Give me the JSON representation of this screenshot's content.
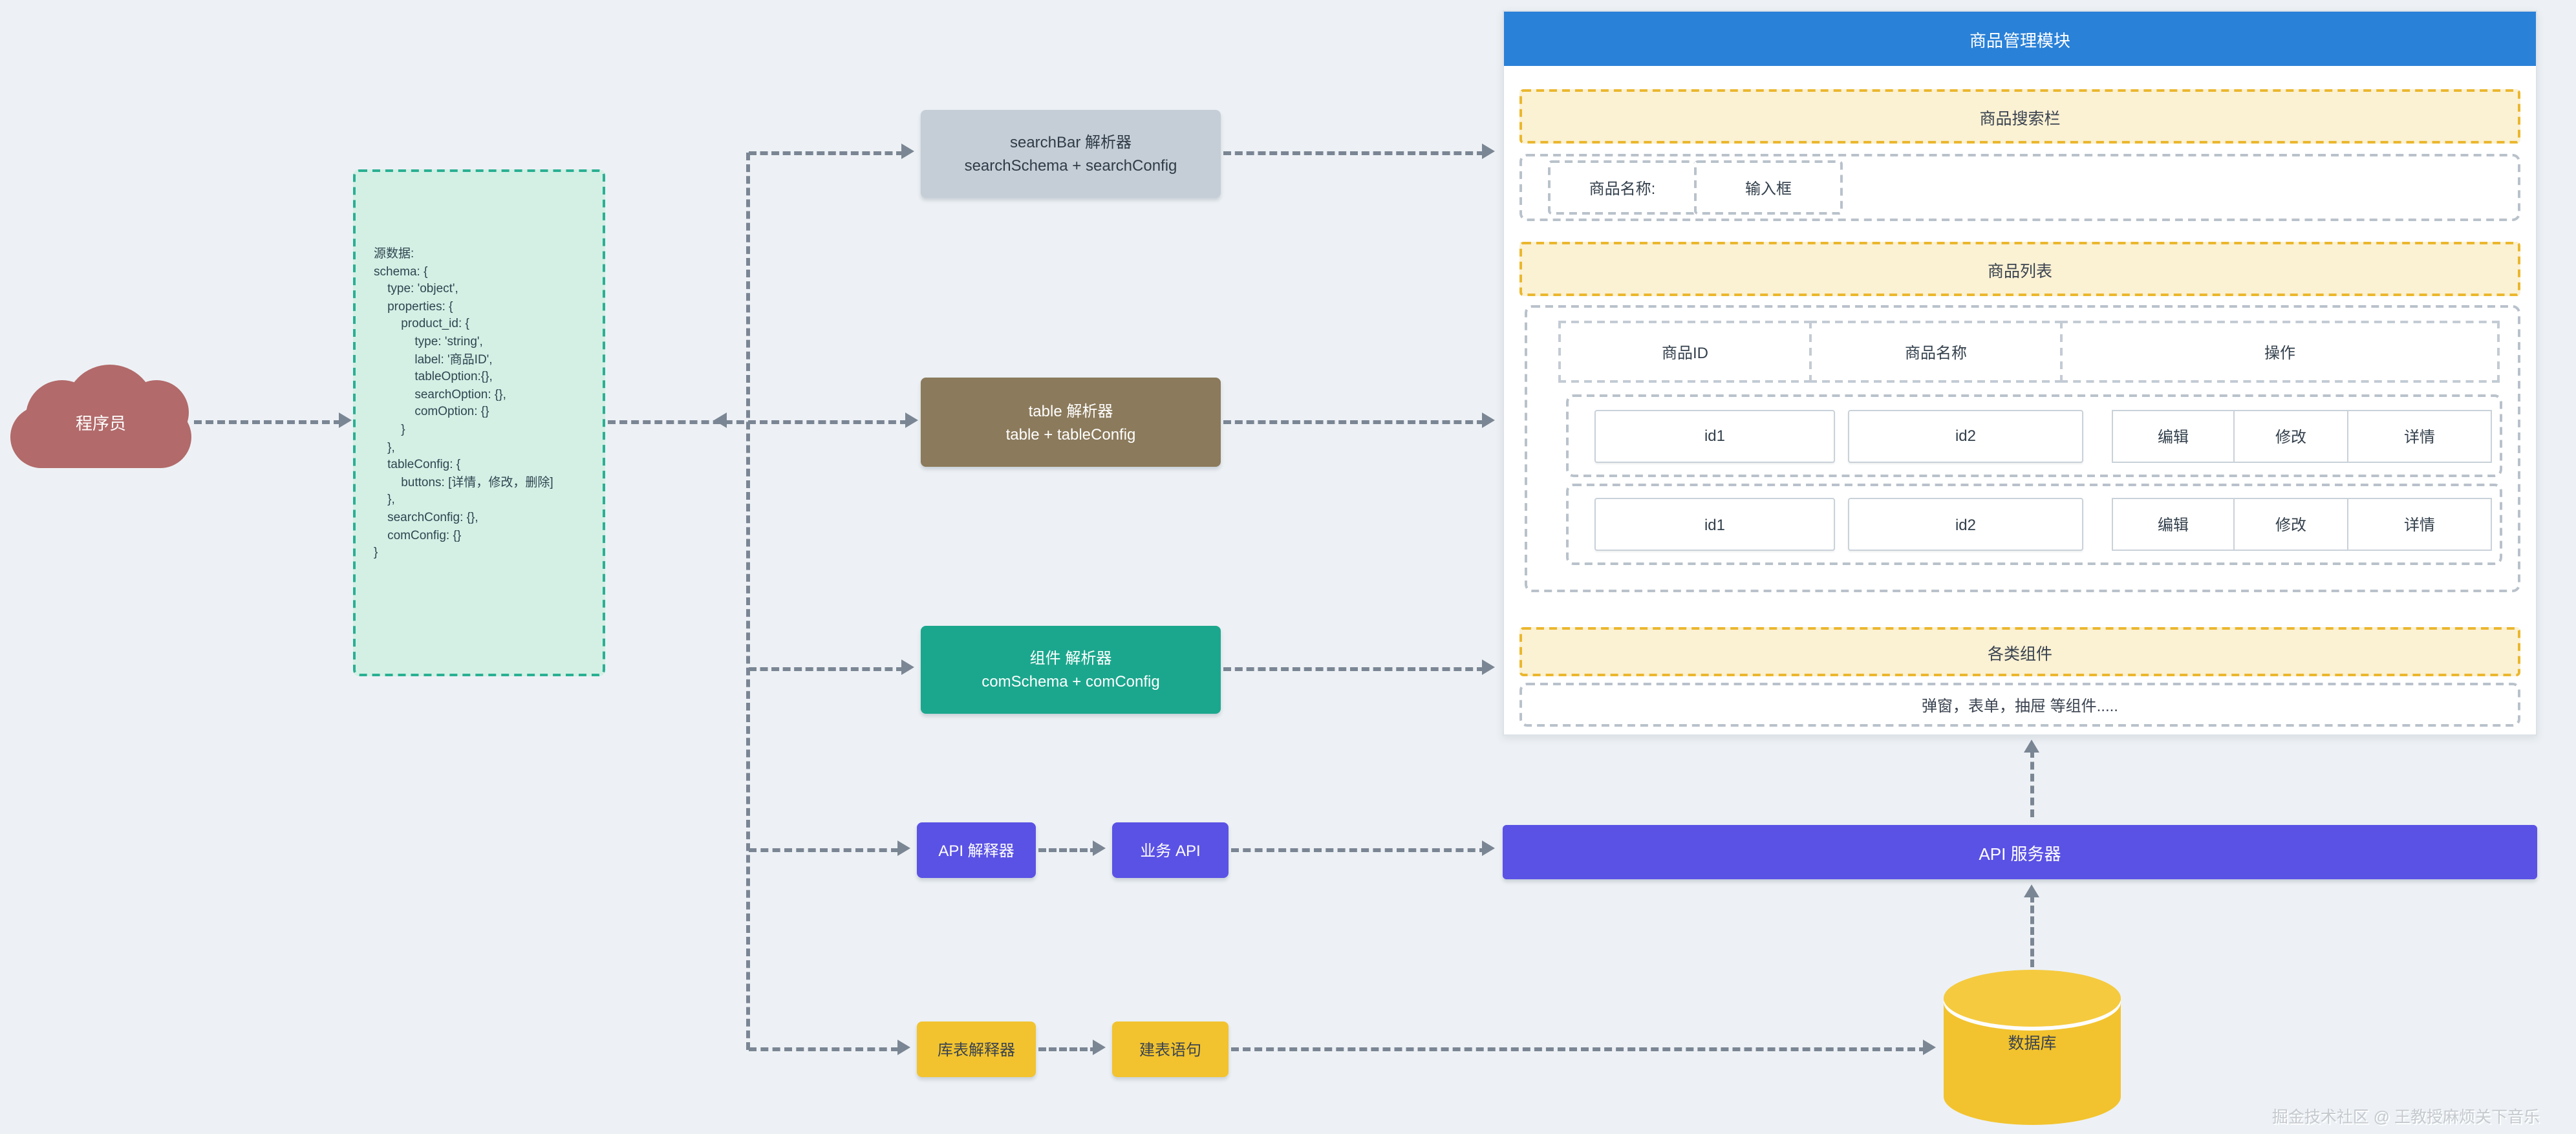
{
  "colors": {
    "background": "#edf1f5",
    "cloud": "#b26a6a",
    "source_box_bg": "#d4f0e5",
    "source_box_border": "#2ab092",
    "parser_gray": "#c5ced6",
    "parser_brown": "#8b7a5b",
    "parser_teal": "#1ba78d",
    "purple": "#5a52e5",
    "yellow": "#f2c32e",
    "panel_header_blue": "#2a81d8",
    "banner_bg": "#fbf1d3",
    "banner_border": "#eab72e",
    "arrow": "#7b8694"
  },
  "cloud": {
    "label": "程序员"
  },
  "source_box": {
    "lines": [
      "源数据:",
      "",
      "schema: {",
      "    type: 'object',",
      "    properties: {",
      "        product_id: {",
      "            type: 'string',",
      "            label: '商品ID',",
      "            tableOption:{},",
      "            searchOption: {},",
      "            comOption: {}",
      "        }",
      "    },",
      "    tableConfig: {",
      "        buttons: [详情，修改，删除]",
      "    },",
      "    searchConfig: {},",
      "    comConfig: {}",
      "}"
    ]
  },
  "parsers": {
    "searchbar": {
      "title": "searchBar 解析器",
      "subtitle": "searchSchema + searchConfig"
    },
    "table": {
      "title": "table 解析器",
      "subtitle": "table + tableConfig"
    },
    "component": {
      "title": "组件 解析器",
      "subtitle": "comSchema + comConfig"
    },
    "api": {
      "label": "API 解释器"
    },
    "db": {
      "label": "库表解释器"
    }
  },
  "middle": {
    "biz_api": "业务 API",
    "ddl": "建表语句"
  },
  "panel": {
    "title": "商品管理模块",
    "search_section": {
      "banner": "商品搜索栏",
      "fields": [
        {
          "label": "商品名称:"
        },
        {
          "label": "输入框"
        }
      ]
    },
    "list_section": {
      "banner": "商品列表",
      "headers": [
        "商品ID",
        "商品名称",
        "操作"
      ],
      "rows": [
        {
          "c1": "id1",
          "c2": "id2",
          "actions": [
            "编辑",
            "修改",
            "详情"
          ]
        },
        {
          "c1": "id1",
          "c2": "id2",
          "actions": [
            "编辑",
            "修改",
            "详情"
          ]
        }
      ]
    },
    "components_section": {
      "banner": "各类组件",
      "content": "弹窗，表单，抽屉 等组件....."
    }
  },
  "api_server": {
    "label": "API 服务器"
  },
  "database": {
    "label": "数据库"
  },
  "watermark": "掘金技术社区 @ 王教授麻烦关下音乐"
}
